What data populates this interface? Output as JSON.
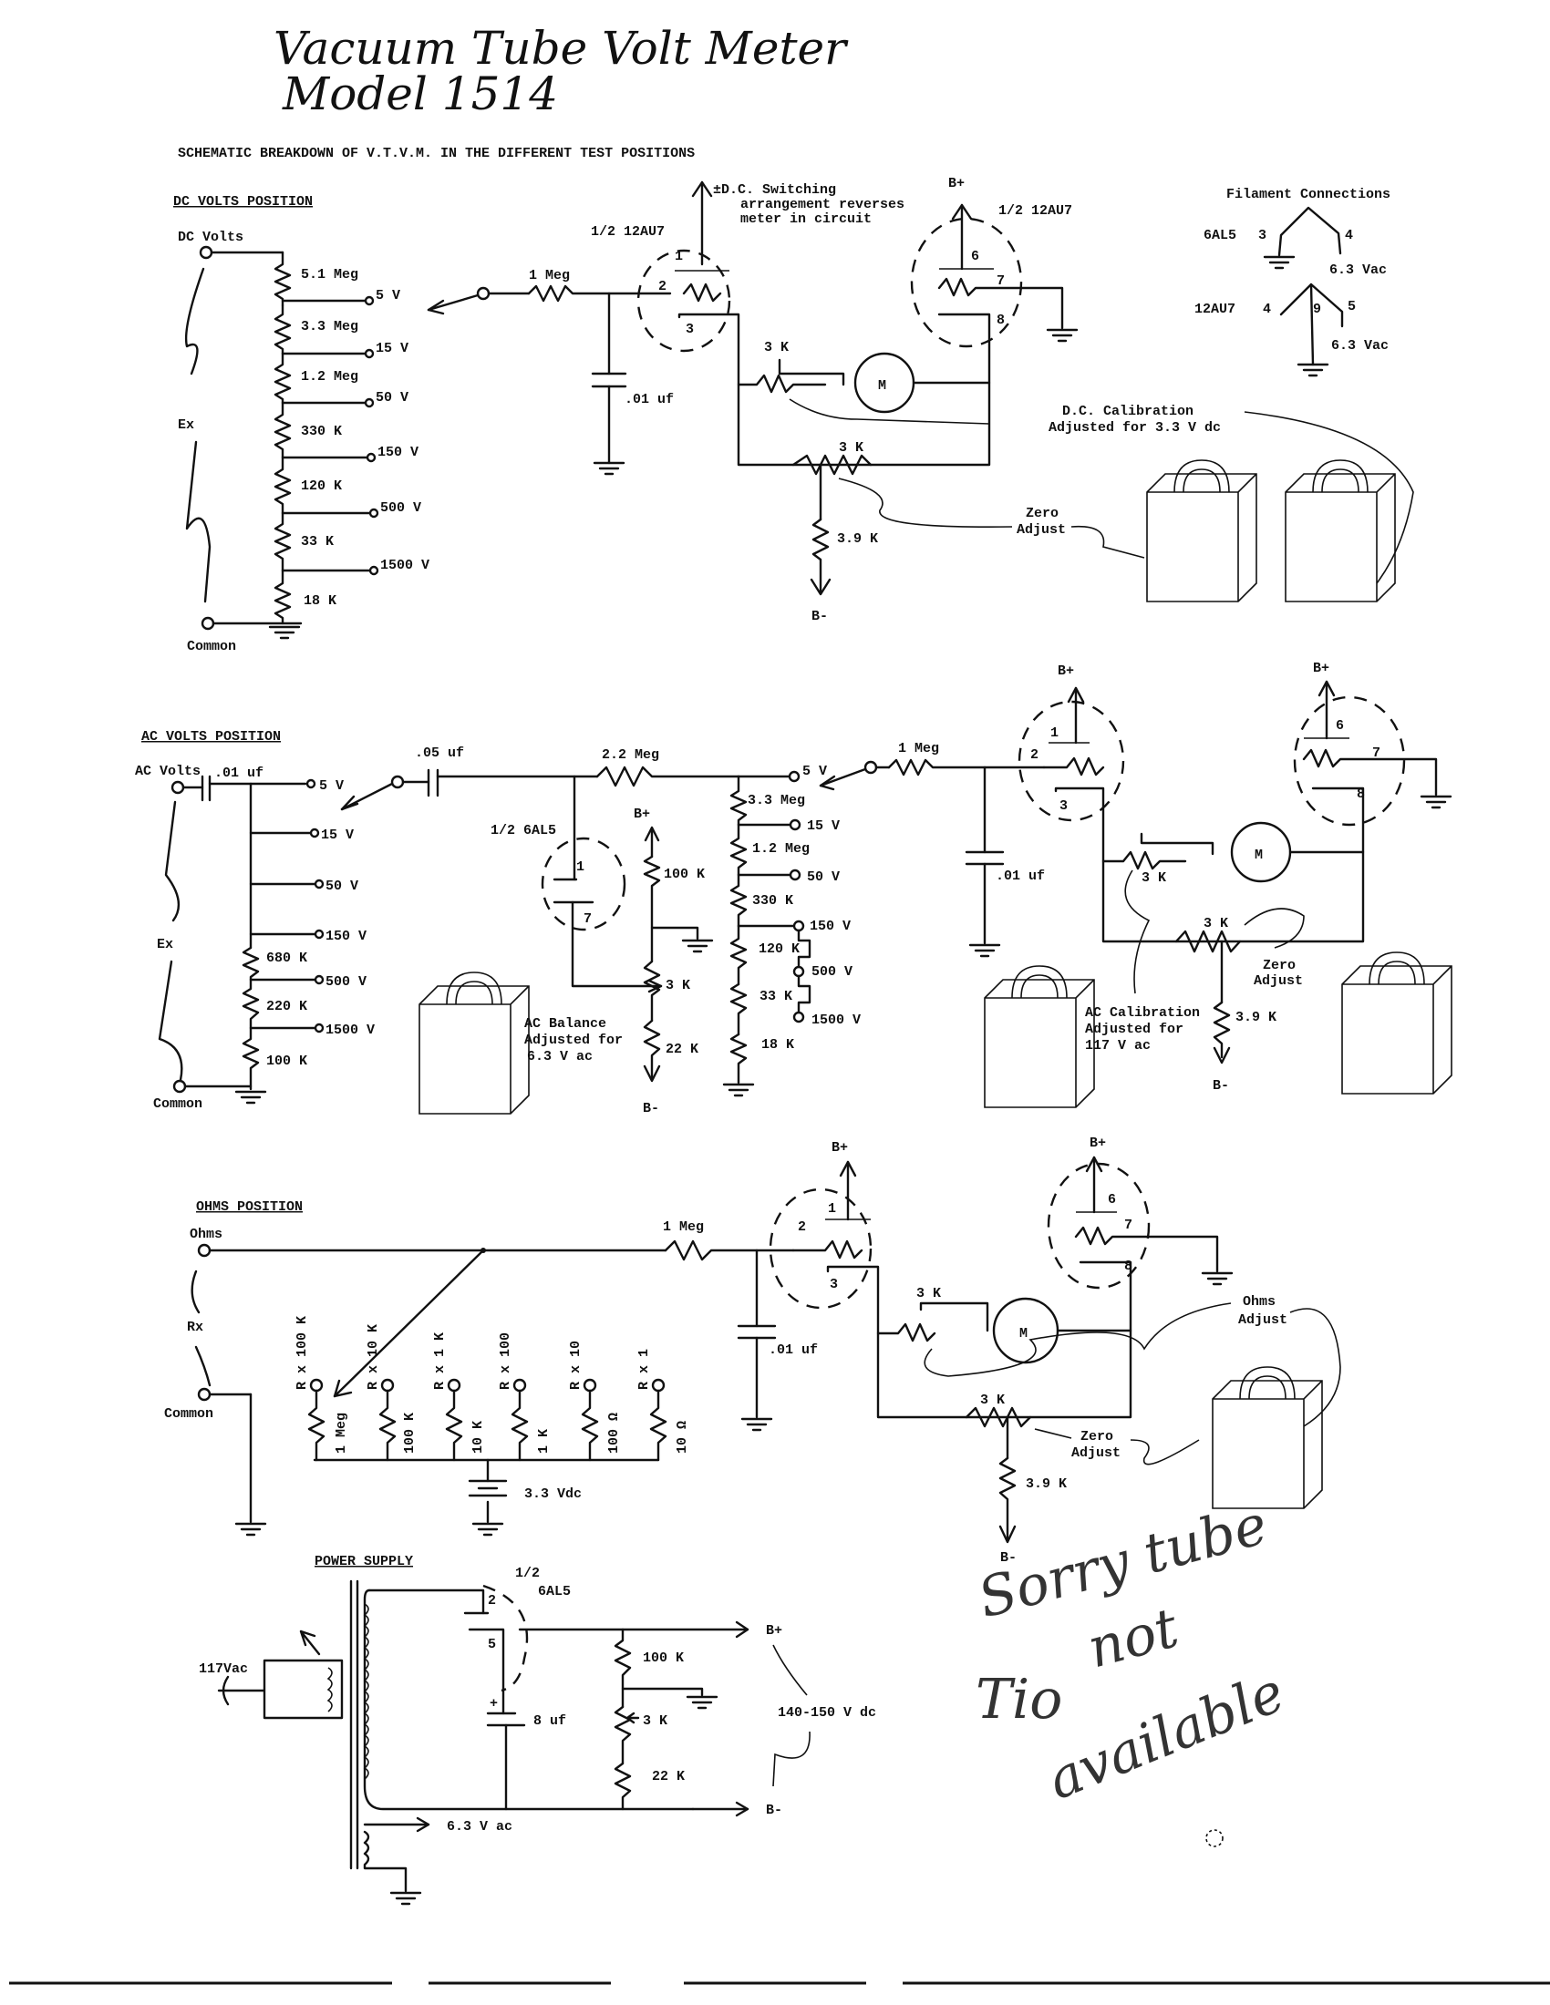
{
  "title": {
    "line1": "Vacuum Tube Volt Meter",
    "line2": "Model 1514",
    "subtitle": "SCHEMATIC BREAKDOWN OF V.T.V.M. IN THE DIFFERENT TEST POSITIONS"
  },
  "dc_section": {
    "heading": "DC VOLTS POSITION",
    "input_label": "DC Volts",
    "common_label": "Common",
    "ex_label": "Ex",
    "divider_resistors": [
      "5.1 Meg",
      "3.3 Meg",
      "1.2 Meg",
      "330 K",
      "120 K",
      "33 K",
      "18 K"
    ],
    "range_taps": [
      "5 V",
      "15 V",
      "50 V",
      "150 V",
      "500 V",
      "1500 V"
    ],
    "grid_resistor": "1 Meg",
    "grid_cap": ".01 uf",
    "tube_left": "1/2 12AU7",
    "tube_right": "1/2 12AU7",
    "pins_left": [
      "1",
      "2",
      "3"
    ],
    "pins_right": [
      "6",
      "7",
      "8"
    ],
    "switch_note_1": "±D.C. Switching",
    "switch_note_2": "arrangement reverses",
    "switch_note_3": "meter in circuit",
    "bplus": "B+",
    "bminus": "B-",
    "cal_pot": "3 K",
    "zero_pot": "3 K",
    "cathode_res": "3.9 K",
    "meter": "M",
    "cal_note_1": "D.C. Calibration",
    "cal_note_2": "Adjusted for 3.3 V dc",
    "zero_note_1": "Zero",
    "zero_note_2": "Adjust"
  },
  "filament": {
    "heading": "Filament Connections",
    "tube1": "6AL5",
    "tube1_pins": [
      "3",
      "4"
    ],
    "tube2": "12AU7",
    "tube2_pins": [
      "4",
      "9",
      "5"
    ],
    "voltage": "6.3 Vac"
  },
  "ac_section": {
    "heading": "AC VOLTS POSITION",
    "input_label": "AC Volts",
    "common_label": "Common",
    "ex_label": "Ex",
    "input_cap": ".01 uf",
    "range_taps": [
      "5 V",
      "15 V",
      "50 V",
      "150 V",
      "500 V",
      "1500 V"
    ],
    "divider_resistors": [
      "680 K",
      "220 K",
      "100 K"
    ],
    "coupling_cap": ".05 uf",
    "rectifier": "1/2 6AL5",
    "rect_pins": [
      "1",
      "7"
    ],
    "series_res": "2.2 Meg",
    "bal_res_top": "100 K",
    "bal_pot": "3 K",
    "bal_res_bot": "22 K",
    "bal_note_1": "AC Balance",
    "bal_note_2": "Adjusted for",
    "bal_note_3": "6.3 V ac",
    "div2_resistors": [
      "3.3 Meg",
      "1.2 Meg",
      "330 K",
      "120 K",
      "33 K",
      "18 K"
    ],
    "div2_taps": [
      "5 V",
      "15 V",
      "50 V",
      "150 V",
      "500 V",
      "1500 V"
    ],
    "grid_resistor": "1 Meg",
    "grid_cap": ".01 uf",
    "pins_left": [
      "1",
      "2",
      "3"
    ],
    "pins_right": [
      "6",
      "7",
      "8"
    ],
    "bplus": "B+",
    "bminus": "B-",
    "cal_pot": "3 K",
    "zero_pot": "3 K",
    "cathode_res": "3.9 K",
    "meter": "M",
    "cal_note_1": "AC Calibration",
    "cal_note_2": "Adjusted for",
    "cal_note_3": "117 V ac",
    "zero_note_1": "Zero",
    "zero_note_2": "Adjust"
  },
  "ohms_section": {
    "heading": "OHMS POSITION",
    "input_label": "Ohms",
    "common_label": "Common",
    "rx_label": "Rx",
    "ranges": [
      "R x 100 K",
      "R x 10 K",
      "R x 1 K",
      "R x 100",
      "R x 10",
      "R x 1"
    ],
    "resistors": [
      "1 Meg",
      "100 K",
      "10 K",
      "1 K",
      "100 Ω",
      "10 Ω"
    ],
    "battery": "3.3 Vdc",
    "grid_resistor": "1 Meg",
    "grid_cap": ".01 uf",
    "pins_left": [
      "1",
      "2",
      "3"
    ],
    "pins_right": [
      "6",
      "7",
      "8"
    ],
    "bplus": "B+",
    "bminus": "B-",
    "ohms_pot": "3 K",
    "zero_pot": "3 K",
    "cathode_res": "3.9 K",
    "meter": "M",
    "ohms_note_1": "Ohms",
    "ohms_note_2": "Adjust",
    "zero_note_1": "Zero",
    "zero_note_2": "Adjust"
  },
  "power_supply": {
    "heading": "POWER SUPPLY",
    "line_in": "117Vac",
    "rectifier_1": "1/2",
    "rectifier_2": "6AL5",
    "pins": [
      "2",
      "5"
    ],
    "filter_cap": "8 uf",
    "res_top": "100 K",
    "pot": "3 K",
    "res_bot": "22 K",
    "bplus": "B+",
    "bminus": "B-",
    "output": "140-150 V dc",
    "filament_out": "6.3 V ac"
  },
  "handwritten_note": {
    "line1": "Sorry tube",
    "line2": "not",
    "line3": "available",
    "line4": "Tio"
  }
}
